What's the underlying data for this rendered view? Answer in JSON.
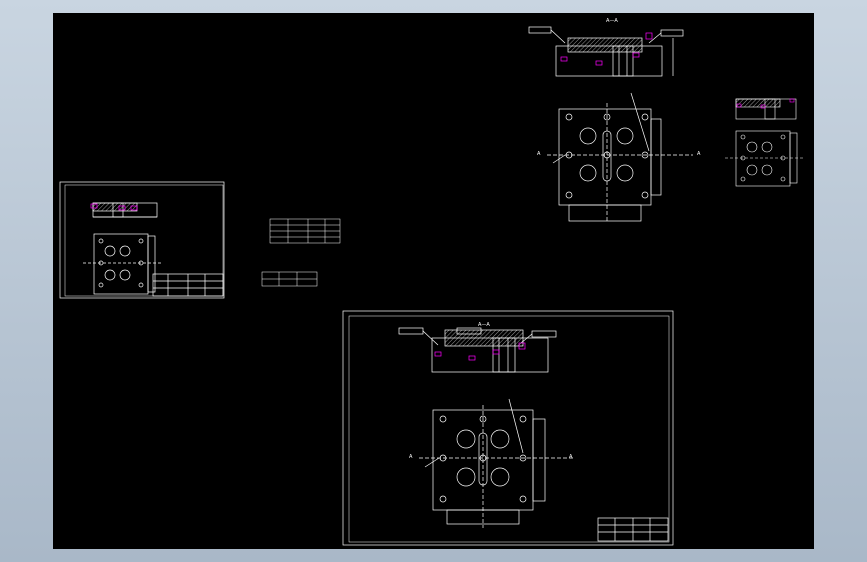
{
  "colors": {
    "window_bg": "#b9c7d6",
    "canvas": "#000000",
    "line": "#ffffff",
    "hatch": "#ffffff",
    "highlight": "#ff00ff",
    "frame": "#ffffff"
  },
  "labels": {
    "section_title": "A—A",
    "section_mark_left": "A",
    "section_mark_right": "A"
  }
}
